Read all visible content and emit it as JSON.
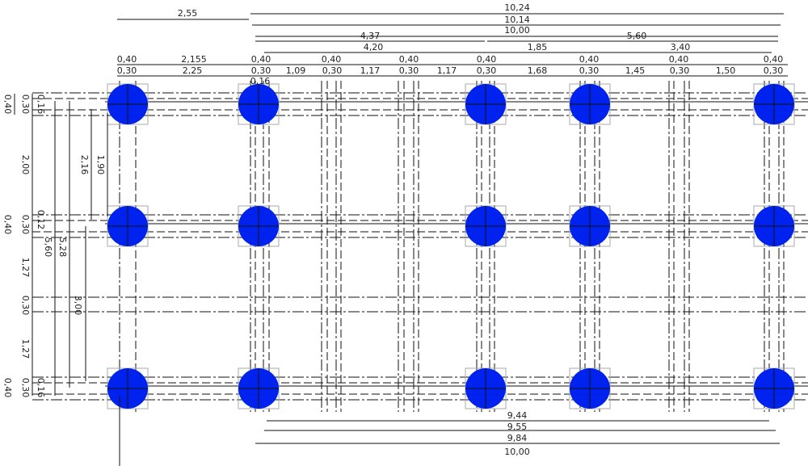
{
  "colors": {
    "column": "#0022ee",
    "lines": "#111111",
    "column_outline": "#aaaaaa"
  },
  "top_dims": {
    "d255": "2,55",
    "d1024": "10,24",
    "d1014": "10,14",
    "d1000": "10,00",
    "d437": "4,37",
    "d560": "5,60",
    "d420": "4,20",
    "d185": "1,85",
    "d340": "3,40",
    "d2155": "2,155",
    "w040": "0,40",
    "w030": "0,30",
    "d225": "2,25",
    "d109": "1,09",
    "d117": "1,17",
    "d168": "1,68",
    "d145": "1,45",
    "d150": "1,50",
    "d016": "0,16"
  },
  "left_dims": {
    "d040": "0,40",
    "d030": "0,30",
    "d016": "0,16",
    "d012": "0,12",
    "d200": "2,00",
    "d216": "2,16",
    "d190": "1,90",
    "d560": "5,60",
    "d528": "5,28",
    "d127": "1,27",
    "d300": "3,00"
  },
  "bottom_dims": {
    "d944": "9,44",
    "d955": "9,55",
    "d984": "9,84",
    "d1000": "10,00"
  }
}
